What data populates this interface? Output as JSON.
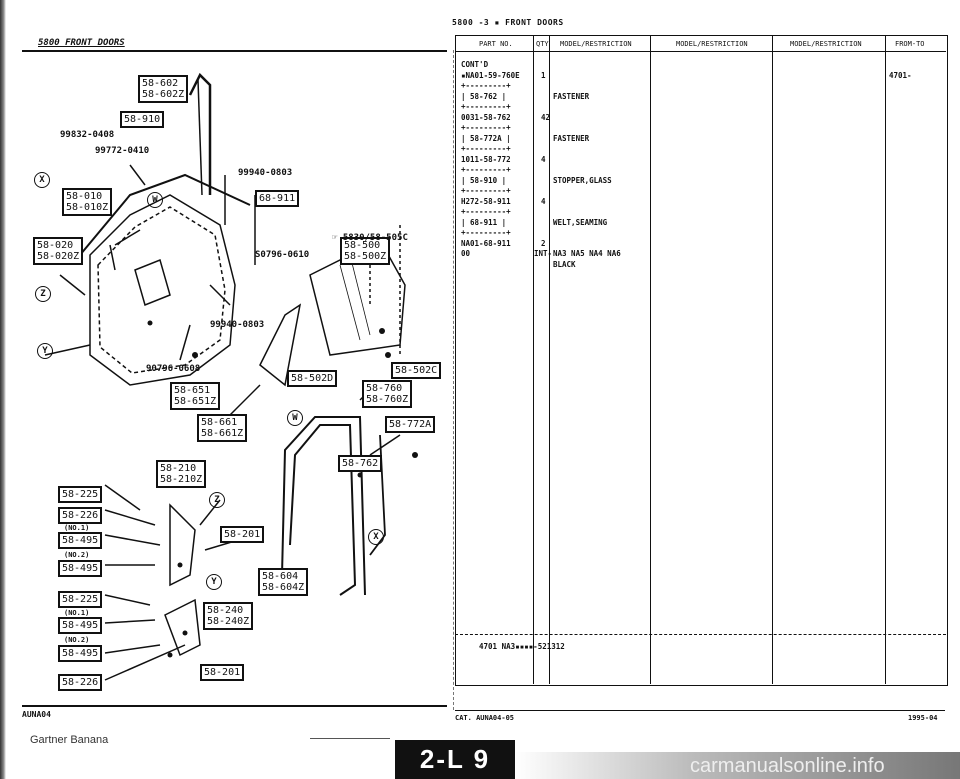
{
  "header": {
    "top_title": "5800 -3 ▪ FRONT DOORS",
    "left_title": "5800  FRONT DOORS"
  },
  "diagram": {
    "boxes": [
      {
        "id": "58-602-box",
        "lines": [
          "58-602",
          "58-602Z"
        ]
      },
      {
        "id": "58-910-box",
        "lines": [
          "58-910"
        ]
      },
      {
        "id": "58-010-box",
        "lines": [
          "58-010",
          "58-010Z"
        ]
      },
      {
        "id": "58-020-box",
        "lines": [
          "58-020",
          "58-020Z"
        ]
      },
      {
        "id": "68-911-box",
        "lines": [
          "68-911"
        ]
      },
      {
        "id": "58-500-box",
        "lines": [
          "58-500",
          "58-500Z"
        ]
      },
      {
        "id": "58-651-box",
        "lines": [
          "58-651",
          "58-651Z"
        ]
      },
      {
        "id": "58-661-box",
        "lines": [
          "58-661",
          "58-661Z"
        ]
      },
      {
        "id": "58-502d-box",
        "lines": [
          "58-502D"
        ]
      },
      {
        "id": "58-760-box",
        "lines": [
          "58-760",
          "58-760Z"
        ]
      },
      {
        "id": "58-502c-box",
        "lines": [
          "58-502C"
        ]
      },
      {
        "id": "58-772a-box",
        "lines": [
          "58-772A"
        ]
      },
      {
        "id": "58-762-box",
        "lines": [
          "58-762"
        ]
      },
      {
        "id": "58-210-box",
        "lines": [
          "58-210",
          "58-210Z"
        ]
      },
      {
        "id": "58-225a-box",
        "lines": [
          "58-225"
        ]
      },
      {
        "id": "58-226a-box",
        "lines": [
          "58-226"
        ]
      },
      {
        "id": "58-495a-box",
        "lines": [
          "58-495"
        ]
      },
      {
        "id": "58-495b-box",
        "lines": [
          "58-495"
        ]
      },
      {
        "id": "58-201a-box",
        "lines": [
          "58-201"
        ]
      },
      {
        "id": "58-604-box",
        "lines": [
          "58-604",
          "58-604Z"
        ]
      },
      {
        "id": "58-225b-box",
        "lines": [
          "58-225"
        ]
      },
      {
        "id": "58-240-box",
        "lines": [
          "58-240",
          "58-240Z"
        ]
      },
      {
        "id": "58-495c-box",
        "lines": [
          "58-495"
        ]
      },
      {
        "id": "58-495d-box",
        "lines": [
          "58-495"
        ]
      },
      {
        "id": "58-201b-box",
        "lines": [
          "58-201"
        ]
      },
      {
        "id": "58-226b-box",
        "lines": [
          "58-226"
        ]
      }
    ],
    "labels": {
      "p99832": "99832-0408",
      "p99772": "99772-0410",
      "p99940a": "99940-0803",
      "p5830": "☞ 5830/58-505C",
      "p50796": "S0796-0610",
      "p99940b": "99940-0803",
      "p90796": "90796-0608",
      "no1a": "(NO.1)",
      "no2a": "(NO.2)",
      "no1b": "(NO.1)",
      "no2b": "(NO.2)"
    },
    "callouts": {
      "w": "W",
      "x": "X",
      "y": "Y",
      "z": "Z"
    }
  },
  "table": {
    "headers": [
      "PART NO.",
      "QTY",
      "MODEL/RESTRICTION",
      "MODEL/RESTRICTION",
      "MODEL/RESTRICTION",
      "FROM-TO"
    ],
    "rows": [
      {
        "part": "CONT'D",
        "qty": "",
        "desc": "",
        "from": ""
      },
      {
        "part": "▪NA01-59-760E",
        "qty": "1",
        "desc": "",
        "from": "4701-"
      },
      {
        "part": "+---------+",
        "qty": "",
        "desc": "",
        "from": ""
      },
      {
        "part": "| 58-762  |",
        "qty": "",
        "desc": "FASTENER",
        "from": ""
      },
      {
        "part": "+---------+",
        "qty": "",
        "desc": "",
        "from": ""
      },
      {
        "part": "0031-58-762",
        "qty": "42",
        "desc": "",
        "from": ""
      },
      {
        "part": "+---------+",
        "qty": "",
        "desc": "",
        "from": ""
      },
      {
        "part": "| 58-772A |",
        "qty": "",
        "desc": "FASTENER",
        "from": ""
      },
      {
        "part": "+---------+",
        "qty": "",
        "desc": "",
        "from": ""
      },
      {
        "part": "1011-58-772",
        "qty": "4",
        "desc": "",
        "from": ""
      },
      {
        "part": "+---------+",
        "qty": "",
        "desc": "",
        "from": ""
      },
      {
        "part": "| 58-910  |",
        "qty": "",
        "desc": "STOPPER,GLASS",
        "from": ""
      },
      {
        "part": "+---------+",
        "qty": "",
        "desc": "",
        "from": ""
      },
      {
        "part": "H272-58-911",
        "qty": "4",
        "desc": "",
        "from": ""
      },
      {
        "part": "+---------+",
        "qty": "",
        "desc": "",
        "from": ""
      },
      {
        "part": "| 68-911  |",
        "qty": "",
        "desc": "WELT,SEAMING",
        "from": ""
      },
      {
        "part": "+---------+",
        "qty": "",
        "desc": "",
        "from": ""
      },
      {
        "part": "NA01-68-911",
        "qty": "2",
        "desc": "",
        "from": ""
      },
      {
        "part": "00",
        "qty": "INT-",
        "desc": "NA3 NA5 NA4 NA6",
        "from": ""
      },
      {
        "part": "",
        "qty": "",
        "desc": "BLACK",
        "from": ""
      }
    ],
    "footnote": "4701 NA3▪▪▪▪-521312"
  },
  "footer": {
    "left_code": "AUNA04",
    "cat": "CAT. AUNA04-05",
    "date": "1995-04",
    "credit": "Gartner Banana",
    "page_tab": "2-L 9",
    "watermark": "carmanualsonline.info"
  }
}
